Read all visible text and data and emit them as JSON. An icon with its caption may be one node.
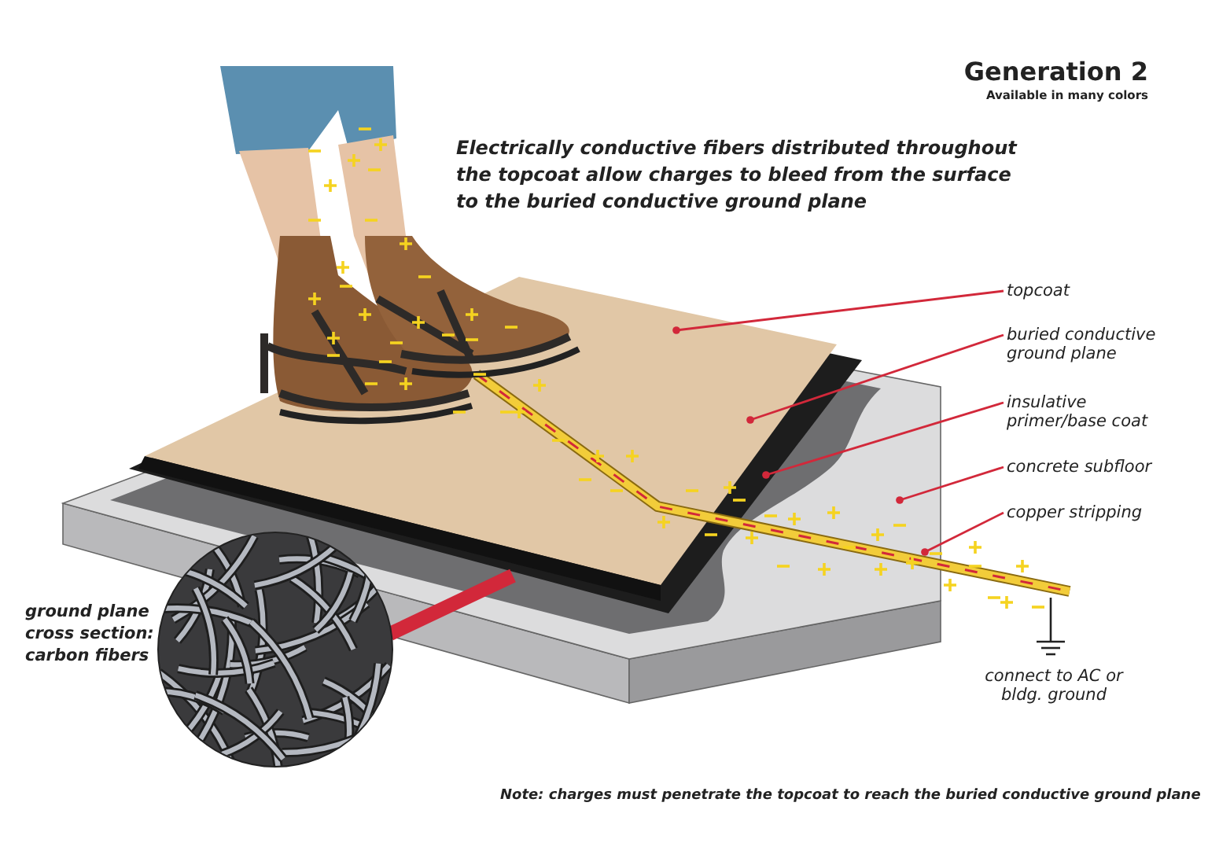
{
  "diagram": {
    "title": "Generation 2",
    "nodes": [
      {
        "text": [
          "topcoat"
        ]
      },
      {
        "text": [
          "buried conductive ground plane"
        ]
      },
      {
        "text": [
          "insulative primer/base coat"
        ]
      },
      {
        "text": [
          "concrete subfloor"
        ]
      },
      {
        "text": [
          "copper stripping"
        ]
      },
      {
        "text": [],
        "shape": "circle",
        "beside": [
          "ground plane cross section: carbon fibers"
        ]
      }
    ],
    "edges": [
      {
        "from": 0,
        "to": null,
        "arrow": "other"
      },
      {
        "from": 1,
        "to": null,
        "arrow": "other"
      },
      {
        "from": 2,
        "to": null,
        "arrow": "other"
      },
      {
        "from": 3,
        "to": null,
        "arrow": "other"
      },
      {
        "from": 4,
        "to": null,
        "arrow": "other"
      },
      {
        "from": 5,
        "to": null,
        "arrow": "none",
        "style": "thick"
      }
    ],
    "labels": [
      "Available in many colors",
      "Electrically conductive fibers distributed throughout the topcoat allow charges to bleed from the surface to the buried conductive ground plane",
      "connect to AC or bldg. ground",
      "Note: charges must penetrate the topcoat to reach the buried conductive ground plane"
    ]
  }
}
